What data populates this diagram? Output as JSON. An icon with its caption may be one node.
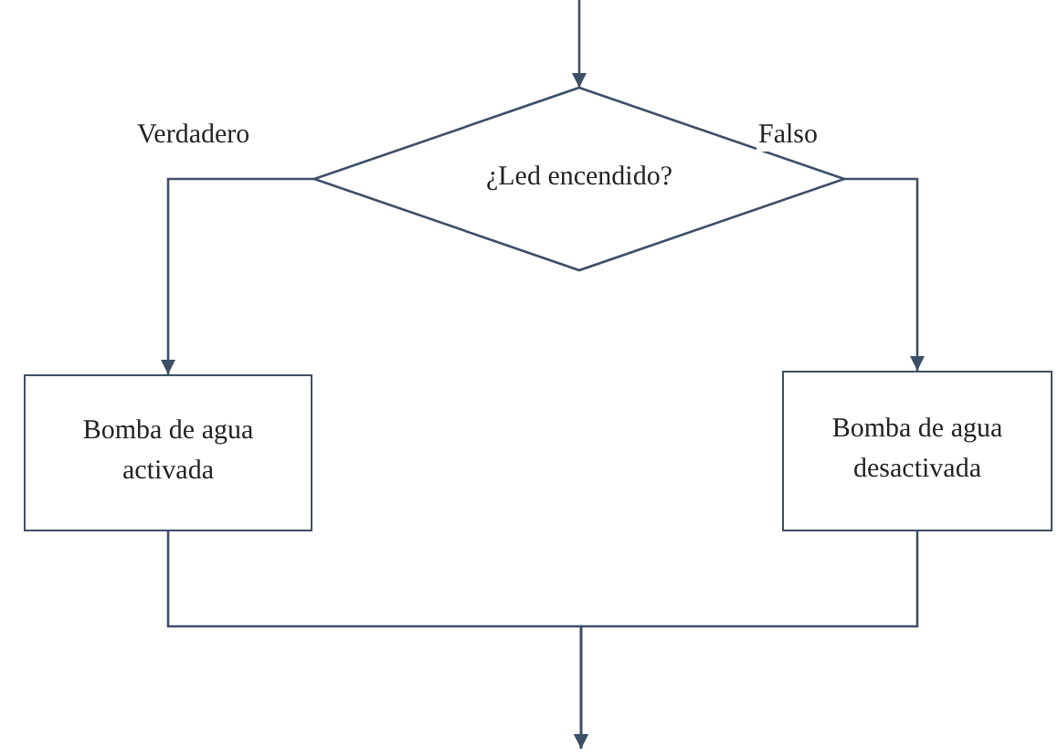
{
  "diagram": {
    "nodes": [
      {
        "text": [
          "¿Led encendido?"
        ]
      },
      {
        "text": [
          "Bomba de agua activada"
        ]
      },
      {
        "text": [
          "Bomba de agua desactivada"
        ]
      }
    ],
    "edges": [
      {
        "from": null,
        "to": 0,
        "arrow": "to"
      },
      {
        "from": 0,
        "to": 1,
        "arrow": "to",
        "label": "Verdadero"
      },
      {
        "from": 0,
        "to": 2,
        "arrow": "to",
        "label": "Falso"
      },
      {
        "from": 1,
        "to": null,
        "arrow": "to"
      },
      {
        "from": 2,
        "to": null,
        "arrow": "to"
      }
    ]
  }
}
